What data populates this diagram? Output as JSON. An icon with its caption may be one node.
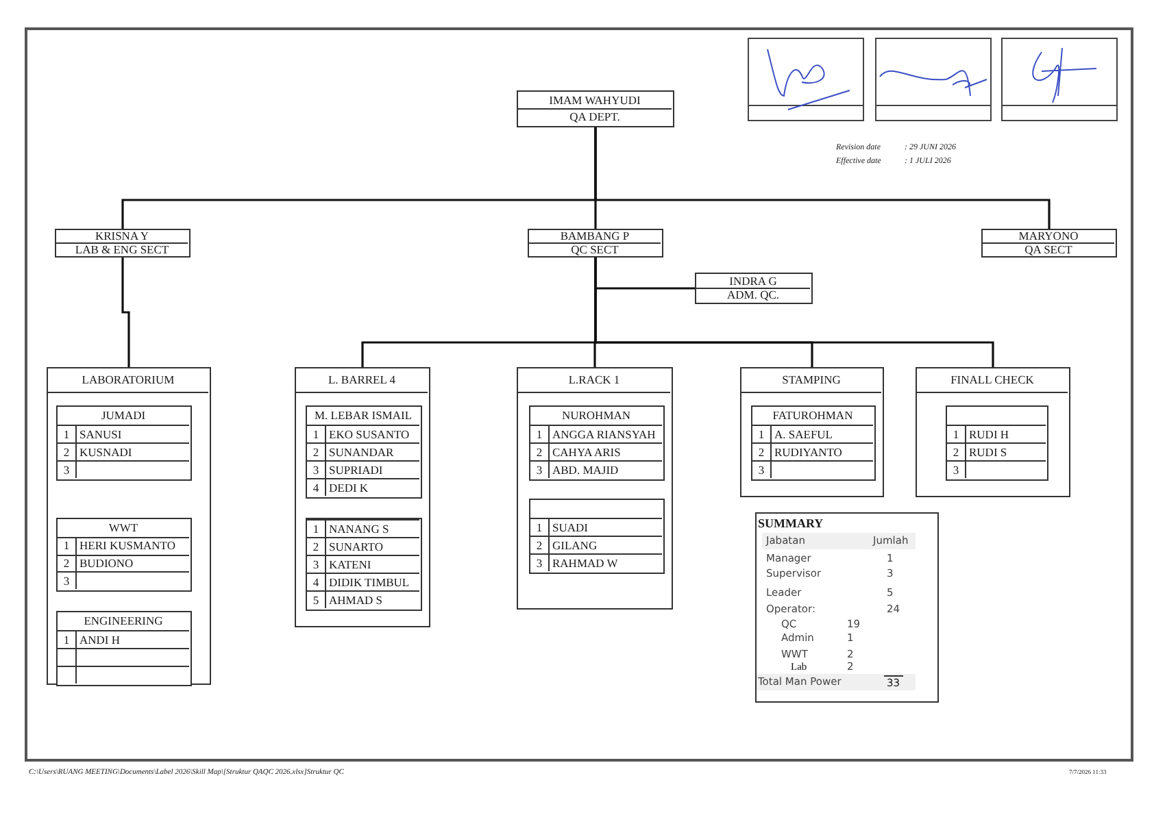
{
  "diagram": {
    "nodes": [
      {
        "text": [
          "IMAM WAHYUDI",
          "QA DEPT."
        ]
      },
      {
        "text": [
          "KRISNA Y",
          "LAB & ENG  SECT"
        ]
      },
      {
        "text": [
          "BAMBANG P",
          "QC SECT"
        ]
      },
      {
        "text": [
          "MARYONO",
          "QA SECT"
        ]
      },
      {
        "text": [
          "INDRA G",
          "ADM. QC."
        ]
      },
      {
        "text": [
          "LABORATORIUM"
        ]
      },
      {
        "text": [
          "JUMADI",
          "1",
          "SANUSI",
          "2",
          "KUSNADI",
          "3"
        ],
        "in": 5
      },
      {
        "text": [
          "WWT",
          "1",
          "HERI KUSMANTO",
          "2",
          "BUDIONO",
          "3"
        ],
        "in": 5
      },
      {
        "text": [
          "ENGINEERING",
          "1",
          "ANDI  H"
        ],
        "in": 5
      },
      {
        "text": [
          "L. BARREL 4"
        ]
      },
      {
        "text": [
          "M. LEBAR ISMAIL",
          "1",
          "EKO SUSANTO",
          "2",
          "SUNANDAR",
          "3",
          "SUPRIADI",
          "4",
          "DEDI K"
        ],
        "in": 9
      },
      {
        "text": [
          "1",
          "NANANG S",
          "2",
          "SUNARTO",
          "3",
          "KATENI",
          "4",
          "DIDIK TIMBUL",
          "5",
          "AHMAD S"
        ],
        "in": 9
      },
      {
        "text": [
          "L.RACK  1"
        ]
      },
      {
        "text": [
          "NUROHMAN",
          "1",
          "ANGGA RIANSYAH",
          "2",
          "CAHYA ARIS",
          "3",
          "ABD. MAJID"
        ],
        "in": 12
      },
      {
        "text": [
          "1",
          "SUADI",
          "2",
          "GILANG",
          "3",
          "RAHMAD W"
        ],
        "in": 12
      },
      {
        "text": [
          "STAMPING"
        ]
      },
      {
        "text": [
          "FATUROHMAN",
          "1",
          "A. SAEFUL",
          "2",
          "RUDIYANTO",
          "3"
        ],
        "in": 15
      },
      {
        "text": [
          "FINALL CHECK"
        ]
      },
      {
        "text": [
          "1",
          "RUDI H",
          "2",
          "RUDI S",
          "3"
        ],
        "in": 17
      },
      {
        "text": [
          "SUMMARY",
          "Jabatan",
          "Jumlah",
          "Manager",
          "1",
          "Supervisor",
          "3",
          "Leader",
          "5",
          "Operator:",
          "24",
          "QC",
          "19",
          "Admin",
          "1",
          "WWT",
          "2",
          "Lab",
          "2",
          "Total Man Power",
          "33"
        ]
      }
    ],
    "edges": [
      {
        "from": 0,
        "to": 1,
        "arrow": "none"
      },
      {
        "from": 0,
        "to": 2,
        "arrow": "none"
      },
      {
        "from": 0,
        "to": 3,
        "arrow": "none"
      },
      {
        "from": 2,
        "to": 4,
        "arrow": "none"
      },
      {
        "from": 1,
        "to": 5,
        "arrow": "none"
      },
      {
        "from": 2,
        "to": 9,
        "arrow": "none"
      },
      {
        "from": 2,
        "to": 12,
        "arrow": "none"
      },
      {
        "from": 2,
        "to": 15,
        "arrow": "none"
      },
      {
        "from": 2,
        "to": 17,
        "arrow": "none"
      }
    ],
    "labels": [
      "Revision date",
      ": 29 JUNI 2026",
      "Effective date",
      ": 1 JULI 2026",
      "C:\\Users\\RUANG MEETING\\Documents\\Label 2026\\Skill Map\\[Struktur QAQC 2026.xlsx]Struktur QC",
      "7/7/2026 11:33"
    ]
  }
}
